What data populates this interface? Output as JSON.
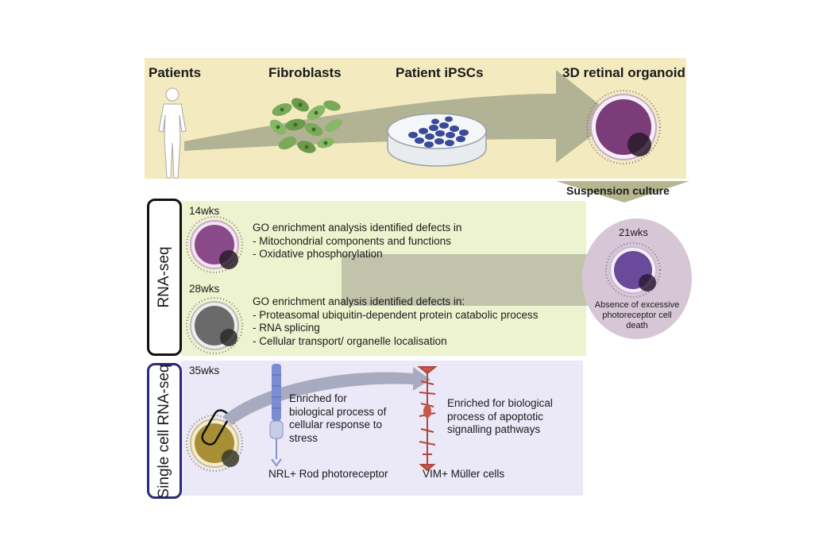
{
  "pipeline": {
    "steps": [
      {
        "label": "Patients"
      },
      {
        "label": "Fibroblasts"
      },
      {
        "label": "Patient iPSCs"
      },
      {
        "label": "3D retinal organoid"
      }
    ],
    "suspension_label": "Suspension culture"
  },
  "rna_seq": {
    "section_label": "RNA-seq",
    "week14": {
      "time": "14wks",
      "heading": "GO enrichment analysis identified defects in",
      "items": [
        "- Mitochondrial components and functions",
        "- Oxidative phosphorylation"
      ]
    },
    "week28": {
      "time": "28wks",
      "heading": "GO enrichment analysis identified defects in:",
      "items": [
        "- Proteasomal ubiquitin-dependent protein catabolic process",
        "- RNA splicing",
        "- Cellular transport/ organelle localisation"
      ]
    },
    "week21": {
      "time": "21wks",
      "note_lines": [
        "Absence of  excessive",
        "photoreceptor cell",
        "death"
      ]
    }
  },
  "single_cell": {
    "section_label": "Single cell RNA-seq",
    "time": "35wks",
    "rod": {
      "enriched_lines": [
        "Enriched for",
        "biological process of",
        "cellular response to",
        "stress"
      ],
      "cell_label": "NRL+ Rod photoreceptor"
    },
    "muller": {
      "enriched_lines": [
        "Enriched for biological",
        "process of apoptotic",
        "signalling pathways"
      ],
      "cell_label": "VIM+ Müller cells"
    }
  },
  "colors": {
    "top_panel": "#f3ebbf",
    "rna_panel": "#eef3cf",
    "sc_panel": "#ebe8f7",
    "arrow": "#a6a98d",
    "organoid_purple": "#7a3d7a",
    "organoid_grey": "#6a6a6a",
    "organoid_gold": "#a88f35",
    "fibroblast_green": "#7aa957",
    "ipsc_blue": "#3a4a9a"
  }
}
